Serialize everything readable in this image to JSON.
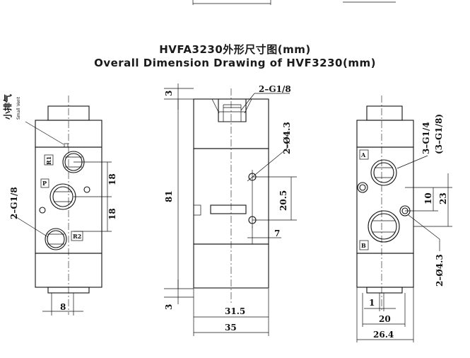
{
  "title_cn": "HVFA3230外形尺寸图(mm)",
  "title_en": "Overall Dimension Drawing of HVF3230(mm)",
  "left_view": {
    "vent_label_cn": "小排气",
    "vent_label_en": "Small Vent",
    "port_r1": "R1",
    "port_p": "P",
    "port_r2": "R2",
    "side_port_label": "2–G1/8",
    "dim_18_top": "18",
    "dim_18_bottom": "18",
    "dim_8": "8"
  },
  "center_view": {
    "top_port_label": "2–G1/8",
    "hole_label": "2–Ø4.3",
    "dim_3_top": "3",
    "dim_3_bottom": "3",
    "dim_81": "81",
    "dim_20_5": "20.5",
    "dim_7": "7",
    "dim_31_5": "31.5",
    "dim_35": "35"
  },
  "right_view": {
    "port_a": "A",
    "port_b": "B",
    "port_label": "3–G1/4",
    "port_label_alt": "(3–G1/8)",
    "hole_label": "2–Ø4.3",
    "dim_10": "10",
    "dim_23": "23",
    "dim_1": "1",
    "dim_20": "20",
    "dim_26_4": "26.4"
  }
}
